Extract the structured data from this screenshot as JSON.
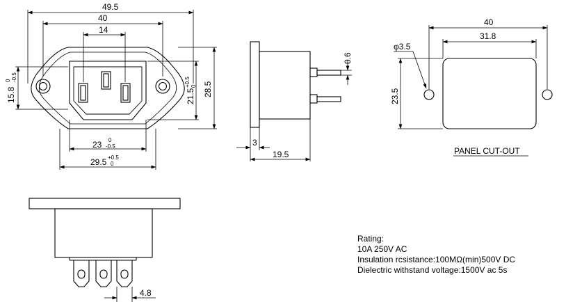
{
  "front_view": {
    "dims": {
      "overall_width": "49.5",
      "hole_spacing": "40",
      "pin_spacing": "14",
      "left_height": "15.8",
      "left_height_tol_upper": "0",
      "left_height_tol_lower": "-0.5",
      "body_height": "21.5",
      "body_height_tol_upper": "+0.5",
      "body_height_tol_lower": "0",
      "overall_height": "28.5",
      "body_width": "23",
      "body_width_tol_upper": "0",
      "body_width_tol_lower": "-0.5",
      "flange_width": "29.5",
      "flange_width_tol_upper": "+0.5",
      "flange_width_tol_lower": "0"
    }
  },
  "side_view": {
    "dims": {
      "terminal_thickness": "0.6",
      "flange_thickness": "3",
      "depth": "19.5"
    }
  },
  "cutout_view": {
    "dims": {
      "hole_spacing": "40",
      "cutout_width": "31.8",
      "hole_diameter": "φ3.5",
      "cutout_height": "23.5"
    },
    "caption": "PANEL CUT-OUT"
  },
  "bottom_view": {
    "dims": {
      "terminal_width": "4.8"
    }
  },
  "rating": {
    "title": "Rating:",
    "lines": [
      "10A 250V AC",
      "Insulation rcsistance:100MΩ(min)500V  DC",
      "Dielectric withstand voltage:1500V ac 5s"
    ]
  }
}
